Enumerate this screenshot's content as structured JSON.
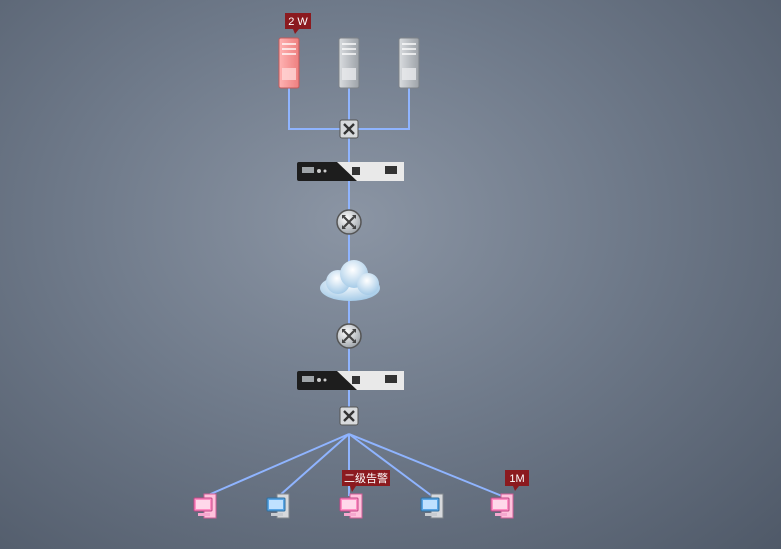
{
  "canvas": {
    "background": "#6f7a8a",
    "link_color": "#8fb4ff"
  },
  "colors": {
    "alarm": "#8b1a1f",
    "server_alarm": "#ff9b9b",
    "server_normal": "#b8bcc2",
    "pc_alarm": "#ff8fc4",
    "pc_normal": "#5aa6e6"
  },
  "icons": {
    "server": "server-icon",
    "switch": "switch-icon",
    "firewall": "firewall-appliance-icon",
    "router": "router-icon",
    "cloud": "cloud-icon",
    "pc": "pc-icon"
  },
  "nodes": {
    "servers": [
      {
        "id": "server-1",
        "status": "alarm",
        "alarm_label": "2 W"
      },
      {
        "id": "server-2",
        "status": "normal"
      },
      {
        "id": "server-3",
        "status": "normal"
      }
    ],
    "pcs": [
      {
        "id": "pc-1",
        "status": "alarm"
      },
      {
        "id": "pc-2",
        "status": "normal"
      },
      {
        "id": "pc-3",
        "status": "alarm",
        "alarm_label": "二级告警"
      },
      {
        "id": "pc-4",
        "status": "normal"
      },
      {
        "id": "pc-5",
        "status": "alarm",
        "alarm_label": "1M"
      }
    ]
  },
  "alarms": {
    "server_1": "2 W",
    "pc_3": "二级告警",
    "pc_5": "1M"
  }
}
